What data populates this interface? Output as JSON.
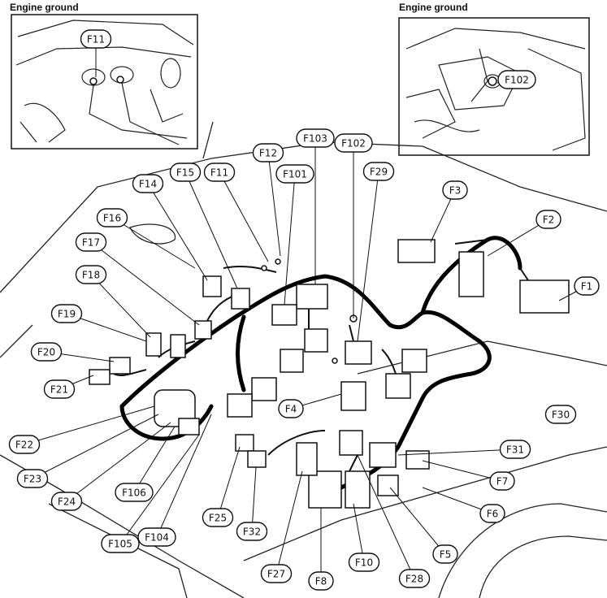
{
  "insets": [
    {
      "title": "Engine ground",
      "callout": "F11"
    },
    {
      "title": "Engine ground",
      "callout": "F102"
    }
  ],
  "labels": [
    "F1",
    "F2",
    "F3",
    "F4",
    "F5",
    "F6",
    "F7",
    "F8",
    "F10",
    "F11",
    "F12",
    "F14",
    "F15",
    "F16",
    "F17",
    "F18",
    "F19",
    "F20",
    "F21",
    "F22",
    "F23",
    "F24",
    "F25",
    "F27",
    "F28",
    "F29",
    "F30",
    "F31",
    "F32",
    "F101",
    "F102",
    "F103",
    "F104",
    "F105",
    "F106"
  ]
}
